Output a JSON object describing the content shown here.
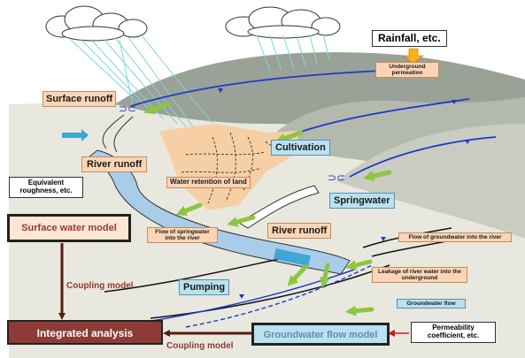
{
  "diagram": {
    "labels": {
      "rainfall": "Rainfall, etc.",
      "underground_permeation": "Underground permeation",
      "surface_runoff": "Surface runoff",
      "cultivation": "Cultivation",
      "river_runoff_upper": "River runoff",
      "equivalent_roughness": "Equivalent roughness, etc.",
      "water_retention": "Water retention of land",
      "springwater": "Springwater",
      "flow_springwater_river": "Flow of springwater into the river",
      "river_runoff_lower": "River runoff",
      "flow_groundwater_river": "Flow of groundwater into the river",
      "leakage_river_water": "Leakage of river water into the underground",
      "pumping": "Pumping",
      "groundwater_flow": "Groundwater flow",
      "surface_water_model": "Surface water model",
      "coupling_model_left": "Coupling model",
      "integrated_analysis": "Integrated analysis",
      "coupling_model_bottom": "Coupling model",
      "groundwater_flow_model": "Groundwater flow model",
      "permeability_coefficient": "Permeability coefficient, etc."
    },
    "colors": {
      "hills": "#9aa197",
      "plain": "#e9e8df",
      "river": "#a9cde8",
      "farmland": "#f6cfa4",
      "water_table": "#1f39c8",
      "green_arrow": "#8cc63f",
      "dark_red_arrow": "#5a1a14",
      "integrated_box": "#8e3b35",
      "label_peach": "#fbd5b5",
      "label_blue": "#b9e1f0"
    }
  }
}
